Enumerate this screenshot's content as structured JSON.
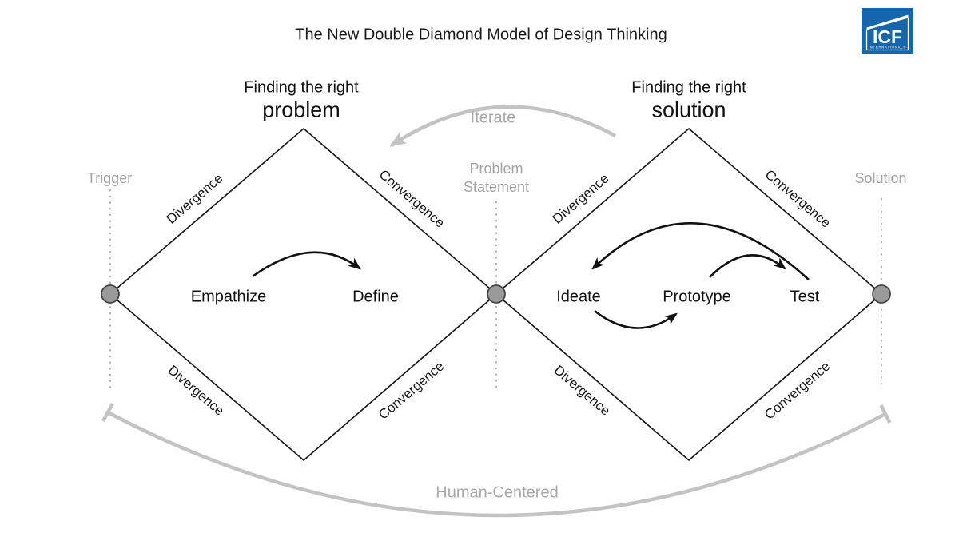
{
  "title": "The New Double Diamond Model of Design Thinking",
  "logo": {
    "name": "ICF",
    "subtext": "INTERNATIONAL®",
    "blue": "#1566ad",
    "text_color": "#ffffff"
  },
  "colors": {
    "diamond_line": "#1a1a1a",
    "arrow_black": "#111111",
    "gray_arc": "#c3c3c3",
    "gray_text": "#a3a3a3",
    "dotted_line": "#b5b5b5",
    "node_fill": "#9a9a9a",
    "node_border": "#444444"
  },
  "diagram": {
    "left_diamond": {
      "heading_line1": "Finding the right",
      "heading_line2": "problem",
      "edges": {
        "top_left": "Divergence",
        "top_right": "Convergence",
        "bottom_left": "Divergence",
        "bottom_right": "Convergence"
      },
      "stages": [
        "Empathize",
        "Define"
      ]
    },
    "right_diamond": {
      "heading_line1": "Finding the right",
      "heading_line2": "solution",
      "edges": {
        "top_left": "Divergence",
        "top_right": "Convergence",
        "bottom_left": "Divergence",
        "bottom_right": "Convergence"
      },
      "stages": [
        "Ideate",
        "Prototype",
        "Test"
      ]
    },
    "milestones": {
      "left": "Trigger",
      "center_line1": "Problem",
      "center_line2": "Statement",
      "right": "Solution"
    },
    "annotations": {
      "iterate": "Iterate",
      "human_centered": "Human-Centered"
    }
  }
}
